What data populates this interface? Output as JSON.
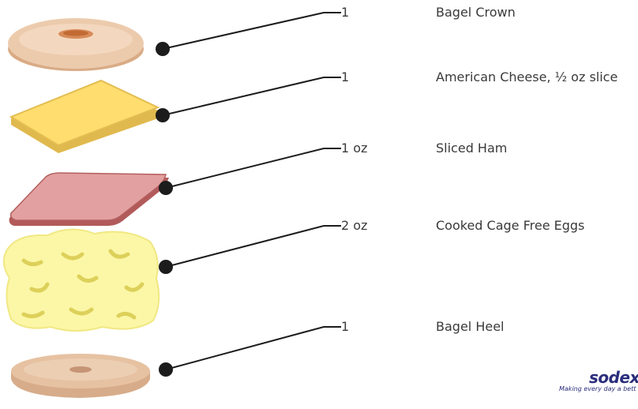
{
  "items": [
    {
      "qty": "1",
      "name": "Bagel Crown",
      "icon": "bagel-crown-icon"
    },
    {
      "qty": "1",
      "name": "American Cheese, ½ oz slice",
      "icon": "cheese-slice-icon"
    },
    {
      "qty": "1 oz",
      "name": "Sliced Ham",
      "icon": "ham-slice-icon"
    },
    {
      "qty": "2 oz",
      "name": "Cooked Cage Free Eggs",
      "icon": "scrambled-eggs-icon"
    },
    {
      "qty": "1",
      "name": "Bagel Heel",
      "icon": "bagel-heel-icon"
    }
  ],
  "logo": {
    "word": "sodex",
    "tagline": "Making every day a bett"
  },
  "colors": {
    "bagel": "#e6c2a2",
    "cheese": "#ffdd6e",
    "ham": "#e3a0a0",
    "egg": "#fbf7a6",
    "line": "#1c1c1c",
    "brand": "#2a2d7c"
  }
}
